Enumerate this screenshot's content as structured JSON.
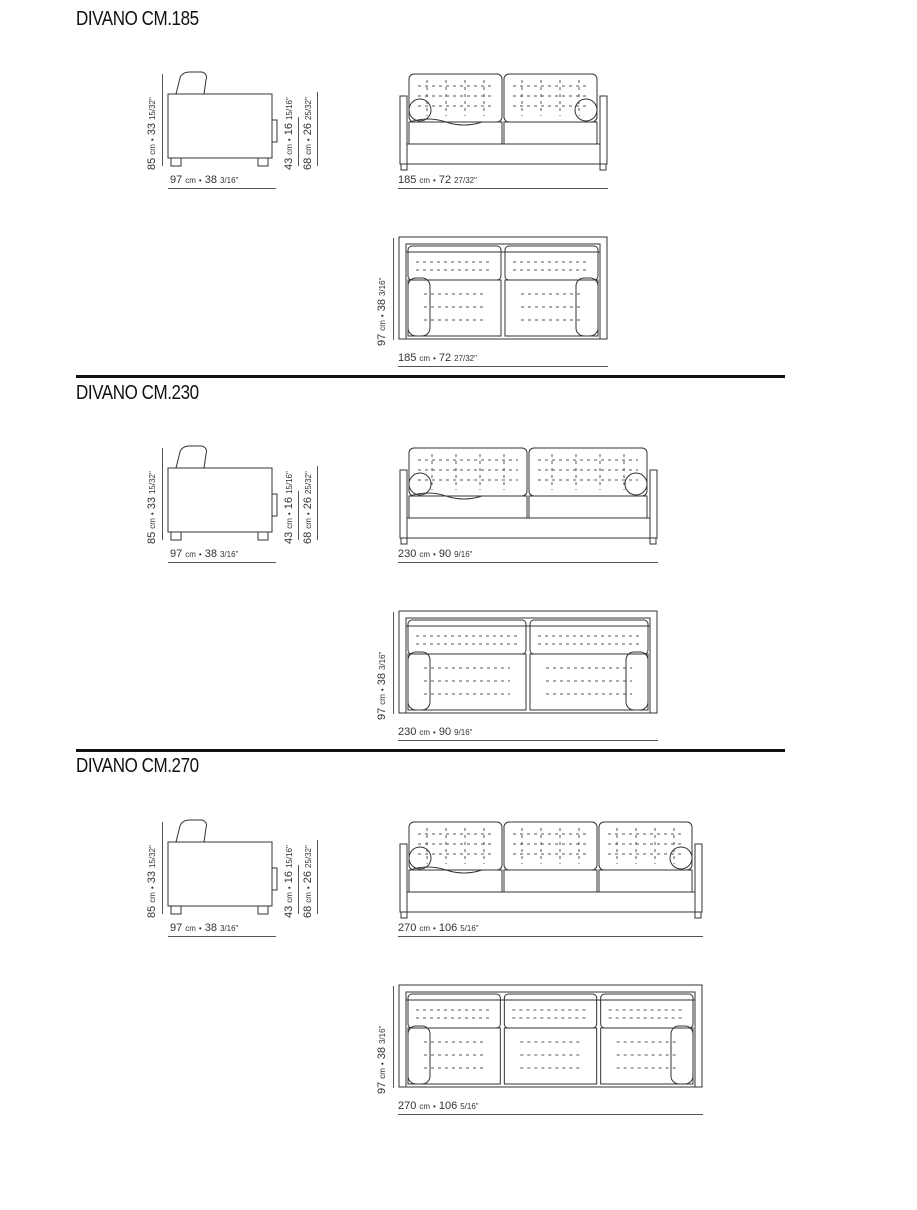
{
  "sections": [
    {
      "title": "DIVANO CM.185",
      "side": {
        "height": {
          "cm": "85",
          "unit": "cm",
          "sep": "•",
          "in": "33",
          "frac": "15/32\""
        },
        "seat": {
          "cm": "43",
          "unit": "cm",
          "sep": "•",
          "in": "16",
          "frac": "15/16\""
        },
        "arm": {
          "cm": "68",
          "unit": "cm",
          "sep": "•",
          "in": "26",
          "frac": "25/32\""
        },
        "depth": {
          "cm": "97",
          "unit": "cm",
          "sep": "•",
          "in": "38",
          "frac": "3/16\""
        }
      },
      "front": {
        "width": {
          "cm": "185",
          "unit": "cm",
          "sep": "•",
          "in": "72",
          "frac": "27/32\""
        }
      },
      "top": {
        "depth": {
          "cm": "97",
          "unit": "cm",
          "sep": "•",
          "in": "38",
          "frac": "3/16\""
        },
        "width": {
          "cm": "185",
          "unit": "cm",
          "sep": "•",
          "in": "72",
          "frac": "27/32\""
        }
      }
    },
    {
      "title": "DIVANO CM.230",
      "side": {
        "height": {
          "cm": "85",
          "unit": "cm",
          "sep": "•",
          "in": "33",
          "frac": "15/32\""
        },
        "seat": {
          "cm": "43",
          "unit": "cm",
          "sep": "•",
          "in": "16",
          "frac": "15/16\""
        },
        "arm": {
          "cm": "68",
          "unit": "cm",
          "sep": "•",
          "in": "26",
          "frac": "25/32\""
        },
        "depth": {
          "cm": "97",
          "unit": "cm",
          "sep": "•",
          "in": "38",
          "frac": "3/16\""
        }
      },
      "front": {
        "width": {
          "cm": "230",
          "unit": "cm",
          "sep": "•",
          "in": "90",
          "frac": "9/16\""
        }
      },
      "top": {
        "depth": {
          "cm": "97",
          "unit": "cm",
          "sep": "•",
          "in": "38",
          "frac": "3/16\""
        },
        "width": {
          "cm": "230",
          "unit": "cm",
          "sep": "•",
          "in": "90",
          "frac": "9/16\""
        }
      }
    },
    {
      "title": "DIVANO CM.270",
      "side": {
        "height": {
          "cm": "85",
          "unit": "cm",
          "sep": "•",
          "in": "33",
          "frac": "15/32\""
        },
        "seat": {
          "cm": "43",
          "unit": "cm",
          "sep": "•",
          "in": "16",
          "frac": "15/16\""
        },
        "arm": {
          "cm": "68",
          "unit": "cm",
          "sep": "•",
          "in": "26",
          "frac": "25/32\""
        },
        "depth": {
          "cm": "97",
          "unit": "cm",
          "sep": "•",
          "in": "38",
          "frac": "3/16\""
        }
      },
      "front": {
        "width": {
          "cm": "270",
          "unit": "cm",
          "sep": "•",
          "in": "106",
          "frac": "5/16\""
        }
      },
      "top": {
        "depth": {
          "cm": "97",
          "unit": "cm",
          "sep": "•",
          "in": "38",
          "frac": "3/16\""
        },
        "width": {
          "cm": "270",
          "unit": "cm",
          "sep": "•",
          "in": "106",
          "frac": "5/16\""
        }
      }
    }
  ]
}
